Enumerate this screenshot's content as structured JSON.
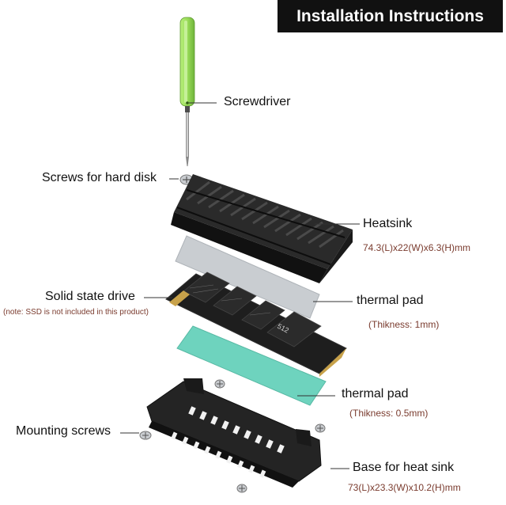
{
  "title": "Installation Instructions",
  "parts": {
    "screwdriver": {
      "label": "Screwdriver"
    },
    "hard_disk_screws": {
      "label": "Screws for hard disk"
    },
    "heatsink": {
      "label": "Heatsink",
      "dimensions": "74.3(L)x22(W)x6.3(H)mm"
    },
    "ssd": {
      "label": "Solid state drive",
      "note": "(note: SSD is not included in this product)",
      "chip_text": "512"
    },
    "thermal_pad_top": {
      "label": "thermal pad",
      "thickness": "(Thikness: 1mm)"
    },
    "thermal_pad_bottom": {
      "label": "thermal pad",
      "thickness": "(Thikness: 0.5mm)"
    },
    "mounting_screws": {
      "label": "Mounting screws"
    },
    "base": {
      "label": "Base for heat sink",
      "dimensions": "73(L)x23.3(W)x10.2(H)mm"
    }
  },
  "colors": {
    "title_bg": "#111111",
    "title_text": "#ffffff",
    "label_text": "#111111",
    "dimension_text": "#7a3b2e",
    "screwdriver_handle": "#9adc5a",
    "heatsink": "#1b1b1b",
    "gray_pad": "#c9cdd1",
    "teal_pad": "#6ed3be",
    "ssd_pcb": "#1e1e1e",
    "ssd_gold": "#c8a24a",
    "base": "#222222",
    "leader_line": "#333333"
  }
}
